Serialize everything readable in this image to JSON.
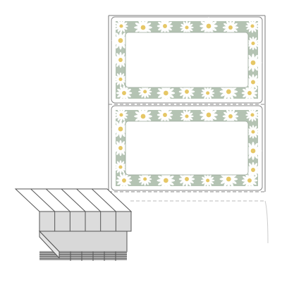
{
  "colors": {
    "background": "#ffffff",
    "frame": "#b4c3b3",
    "petal": "#ffffff",
    "flower_center": "#e6c766",
    "liner_outline": "#7a7a7a",
    "label_outline": "#8a8a8a",
    "fanfold_face": "#d6d6d6",
    "fanfold_edge": "#555555"
  },
  "sheet": {
    "label_count": 2,
    "frame_pattern": "daisy-border",
    "perforation": "dashed"
  },
  "fanfold": {
    "columns": 6,
    "icon": "fanfold-stack-icon"
  }
}
